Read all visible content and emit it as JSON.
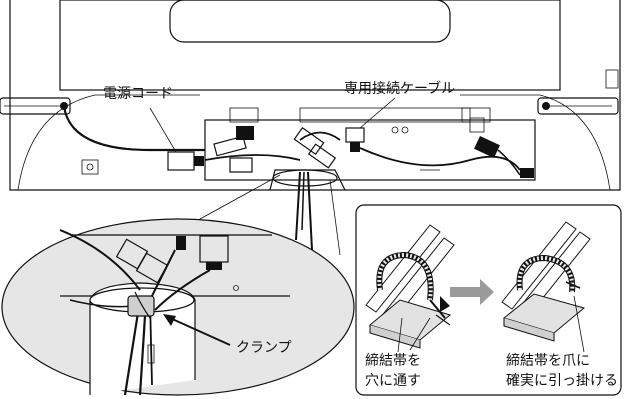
{
  "labels": {
    "power_cord": "電源コード",
    "dedicated_cable": "専用接続ケーブル",
    "clamp": "クランプ",
    "step1_line1": "締結帯を",
    "step1_line2": "穴に通す",
    "step2_line1": "締結帯を爪に",
    "step2_line2": "確実に引っ掛ける"
  },
  "colors": {
    "line": "#111111",
    "gray_fill": "#dcdcdc",
    "arrow": "#9a9a9a",
    "background": "#ffffff"
  }
}
